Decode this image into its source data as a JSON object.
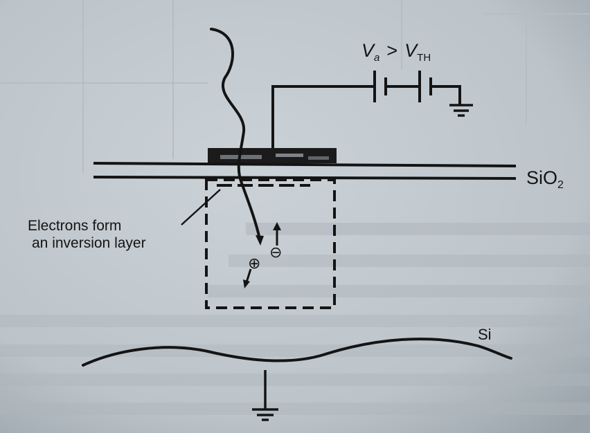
{
  "voltage": {
    "main": "V",
    "sub_a": "a",
    "operator": ">",
    "sub_th": "TH"
  },
  "labels": {
    "oxide_main": "SiO",
    "oxide_sub": "2",
    "substrate": "Si",
    "inversion_line1": "Electrons form",
    "inversion_line2": "an inversion layer"
  },
  "carriers": {
    "electron": "⊖",
    "hole": "⊕"
  },
  "colors": {
    "paper": "#bfc7cc",
    "ink": "#141414",
    "bleed_through": "#a9b0b6"
  }
}
